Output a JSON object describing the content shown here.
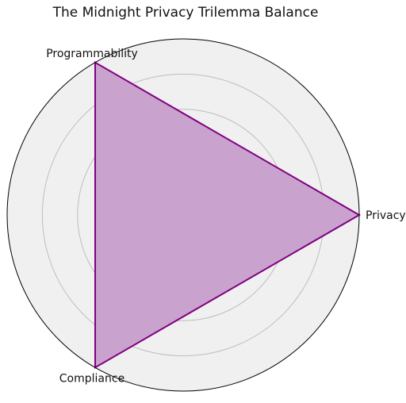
{
  "chart_data": {
    "type": "radar",
    "title": "The Midnight Privacy Trilemma Balance",
    "categories": [
      "Privacy",
      "Programmability",
      "Compliance"
    ],
    "series": [
      {
        "values": [
          10,
          10,
          10
        ]
      }
    ],
    "rlim": [
      0,
      10
    ],
    "radial_ticks": [
      2,
      4,
      6,
      8
    ],
    "radial_tick_labels_visible": false,
    "grid": true,
    "legend": "none",
    "colors": {
      "series_line": "#800080",
      "series_fill": "#c9a2ce",
      "plot_background": "#f0f0f0",
      "grid": "#bdbdbd",
      "outline": "#000000"
    }
  }
}
